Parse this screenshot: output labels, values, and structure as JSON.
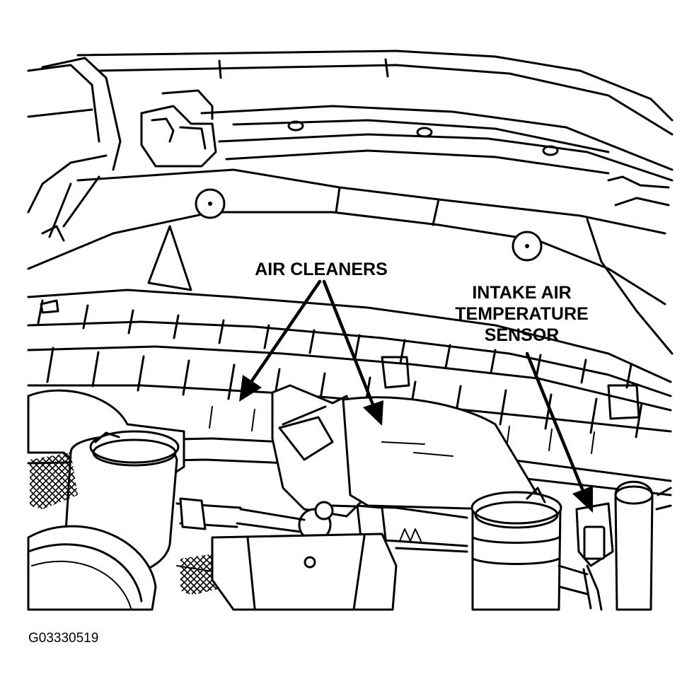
{
  "labels": {
    "air_cleaners": "AIR CLEANERS",
    "intake_sensor": [
      "INTAKE AIR",
      "TEMPERATURE",
      "SENSOR"
    ]
  },
  "figure_id": "G03330519",
  "colors": {
    "ink": "#000000",
    "paper": "#ffffff"
  }
}
